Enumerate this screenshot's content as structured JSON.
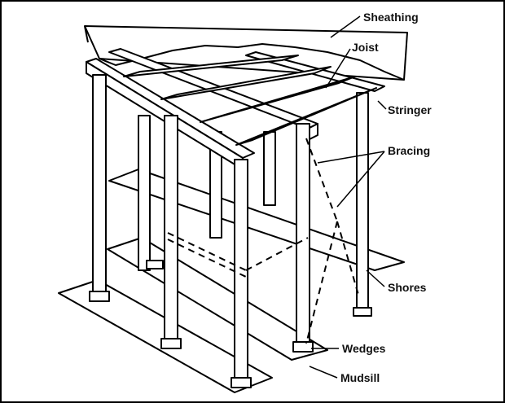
{
  "labels": {
    "sheathing": "Sheathing",
    "joist": "Joist",
    "stringer": "Stringer",
    "bracing": "Bracing",
    "shores": "Shores",
    "wedges": "Wedges",
    "mudsill": "Mudsill"
  },
  "colors": {
    "line": "#000000",
    "background": "#ffffff"
  }
}
